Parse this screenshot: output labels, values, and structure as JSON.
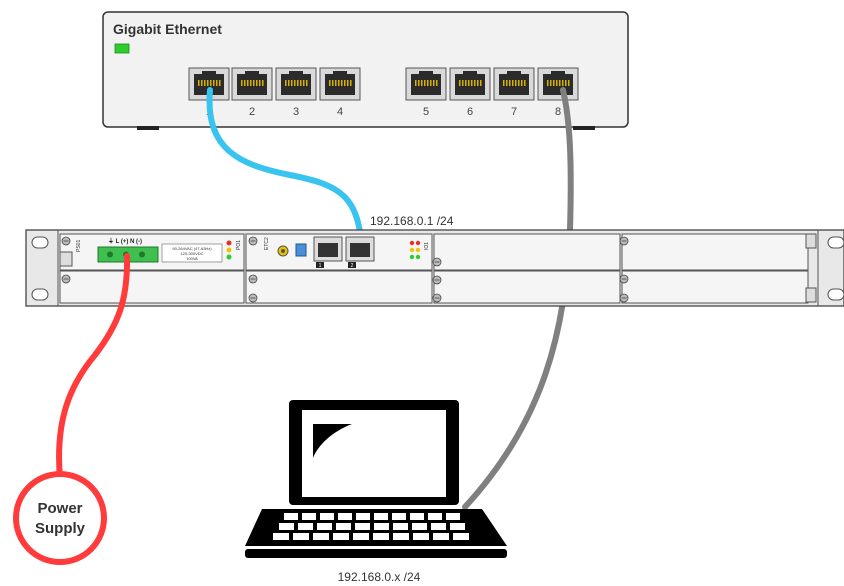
{
  "switch": {
    "title": "Gigabit Ethernet",
    "ports": [
      "1",
      "2",
      "3",
      "4",
      "5",
      "6",
      "7",
      "8"
    ],
    "led_color": "#2ecc2e"
  },
  "rack": {
    "psu_module_label": "PS01",
    "psu_terminal_label": "⏚ L (+) N (-)",
    "psu_rating_text": [
      "90-264VAC (47-63Hz)",
      "120-300VDC",
      "100VA"
    ],
    "psu_slot_label": "PO1",
    "cpu_module_label": "ETC2",
    "io_module_label": "IO1",
    "eth_port_labels": [
      "1",
      "2"
    ]
  },
  "network": {
    "device_ip": "192.168.0.1 /24",
    "laptop_ip": "192.168.0.x /24"
  },
  "power": {
    "label": "Power Supply",
    "color": "#ff3b3b"
  },
  "cables": {
    "ethernet_color": "#39c4f0",
    "laptop_color": "#808080",
    "power_color": "#ff3b3b"
  }
}
